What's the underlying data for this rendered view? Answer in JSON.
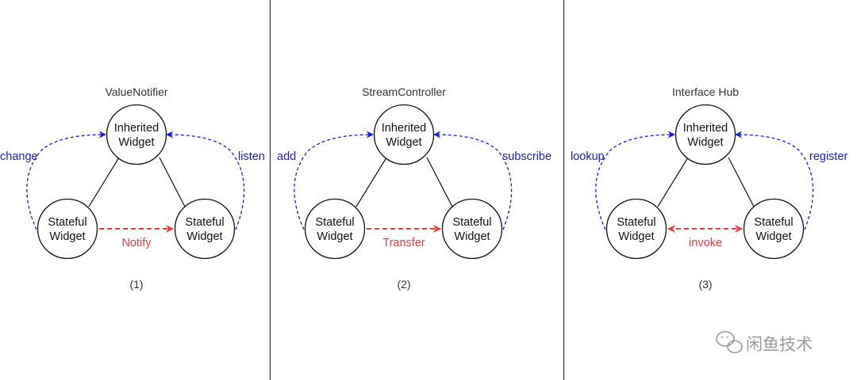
{
  "panels": [
    {
      "title": "ValueNotifier",
      "top_node": [
        "Inherited",
        "Widget"
      ],
      "left_node": [
        "Stateful",
        "Widget"
      ],
      "right_node": [
        "Stateful",
        "Widget"
      ],
      "left_edge_label": "change",
      "right_edge_label": "listen",
      "bottom_edge_label": "Notify",
      "bottom_edge_direction": "left-to-right",
      "number": "(1)"
    },
    {
      "title": "StreamController",
      "top_node": [
        "Inherited",
        "Widget"
      ],
      "left_node": [
        "Stateful",
        "Widget"
      ],
      "right_node": [
        "Stateful",
        "Widget"
      ],
      "left_edge_label": "add",
      "right_edge_label": "subscribe",
      "bottom_edge_label": "Transfer",
      "bottom_edge_direction": "left-to-right",
      "number": "(2)"
    },
    {
      "title": "Interface Hub",
      "top_node": [
        "Inherited",
        "Widget"
      ],
      "left_node": [
        "Stateful",
        "Widget"
      ],
      "right_node": [
        "Stateful",
        "Widget"
      ],
      "left_edge_label": "lookup",
      "right_edge_label": "register",
      "bottom_edge_label": "invoke",
      "bottom_edge_direction": "both",
      "number": "(3)"
    }
  ],
  "watermark": {
    "text": "闲鱼技术",
    "icon": "wechat-icon"
  },
  "colors": {
    "blue_edge": "#1a1adf",
    "red_edge": "#f23a3a",
    "node_stroke": "#111111",
    "divider": "#333333"
  }
}
